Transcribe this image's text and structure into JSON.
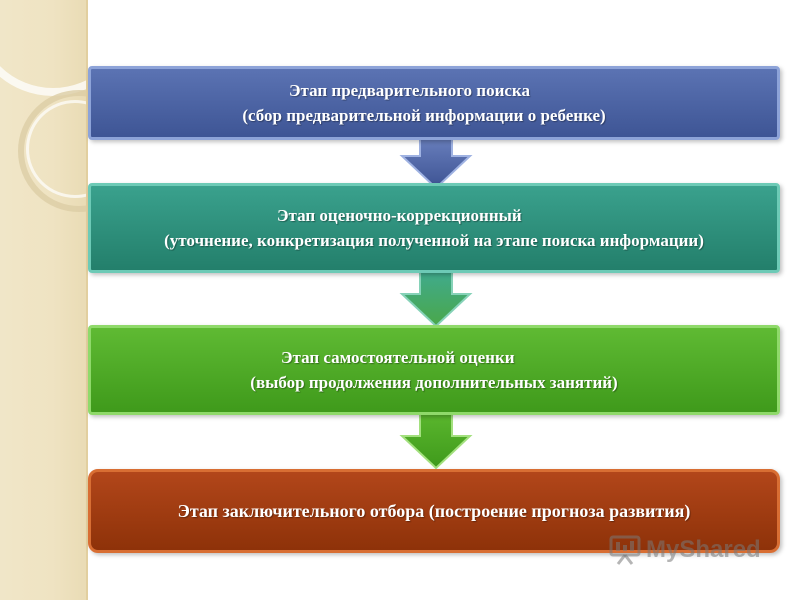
{
  "stages": [
    {
      "title": "Этап предварительного поиска",
      "desc": "(сбор предварительной информации о ребенке)",
      "color": "#4a62a4"
    },
    {
      "title": "Этап оценочно-коррекционный",
      "desc": "(уточнение, конкретизация полученной на этапе поиска информации)",
      "color": "#2e917c"
    },
    {
      "title": "Этап самостоятельной оценки",
      "desc": "(выбор продолжения дополнительных  занятий)",
      "color": "#4faa26"
    },
    {
      "title": "Этап  заключительного отбора (построение прогноза развития)",
      "desc": "",
      "color": "#a03c12"
    }
  ],
  "watermark": {
    "text": "MyShared"
  }
}
